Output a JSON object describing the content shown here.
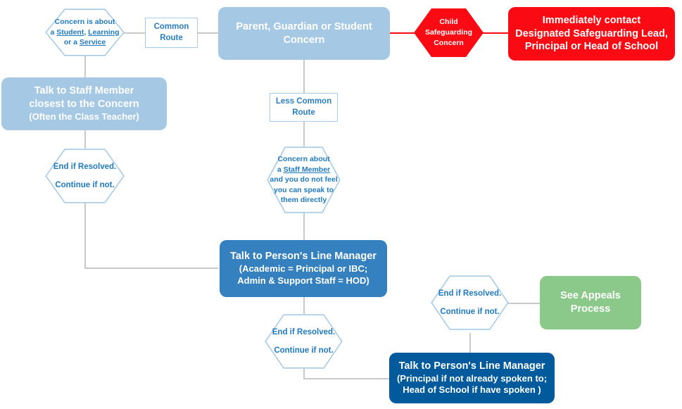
{
  "diagram": {
    "title": "Concern and Complaint Escalation Flowchart",
    "colors": {
      "light_blue": "#a5c8e4",
      "mid_blue": "#3580bf",
      "dark_blue": "#015a9c",
      "green": "#8bc98a",
      "red": "#fa0a13",
      "hex_outline": "#a8cbe8",
      "hex_text": "#1f7ac2",
      "connector": "#c9c9c9"
    }
  },
  "nodes": {
    "concern_type_hex": {
      "line1_a": "Concern is about",
      "line2_a": "a ",
      "line2_b": "Student",
      "line2_c": ", ",
      "line2_d": "Learning",
      "line3_a": "or a ",
      "line3_b": "Service"
    },
    "common_route": {
      "line1": "Common",
      "line2": "Route"
    },
    "parent_concern": {
      "line1": "Parent, Guardian or Student",
      "line2": "Concern"
    },
    "safeguarding_hex": {
      "line1": "Child",
      "line2": "Safeguarding",
      "line3": "Concern"
    },
    "contact_dsl": {
      "line1": "Immediately contact",
      "line2": "Designated Safeguarding Lead,",
      "line3": "Principal or Head of School"
    },
    "talk_staff_member": {
      "line1": "Talk to Staff Member",
      "line2": "closest to the Concern",
      "line3": "(Often the Class Teacher)"
    },
    "resolved_hex_left": {
      "line1": "End if Resolved.",
      "line2": "Continue if not."
    },
    "less_common_route": {
      "line1": "Less Common",
      "line2": "Route"
    },
    "staff_member_hex": {
      "line1": "Concern about",
      "line2_a": "a ",
      "line2_b": "Staff Member",
      "line3": "and you do not feel",
      "line4": "you can speak to",
      "line5": "them directly"
    },
    "line_manager_mid": {
      "line1": "Talk to Person's Line Manager",
      "line2": "(Academic = Principal or IBC;",
      "line3": "Admin & Support Staff = HOD)"
    },
    "resolved_hex_mid": {
      "line1": "End if Resolved.",
      "line2": "Continue if not."
    },
    "resolved_hex_right": {
      "line1": "End if Resolved.",
      "line2": "Continue if not."
    },
    "see_appeals": {
      "line1": "See Appeals",
      "line2": "Process"
    },
    "line_manager_dark": {
      "line1": "Talk to Person's Line Manager",
      "line2": "(Principal if not already spoken to;",
      "line3": "Head of School if have spoken )"
    }
  }
}
